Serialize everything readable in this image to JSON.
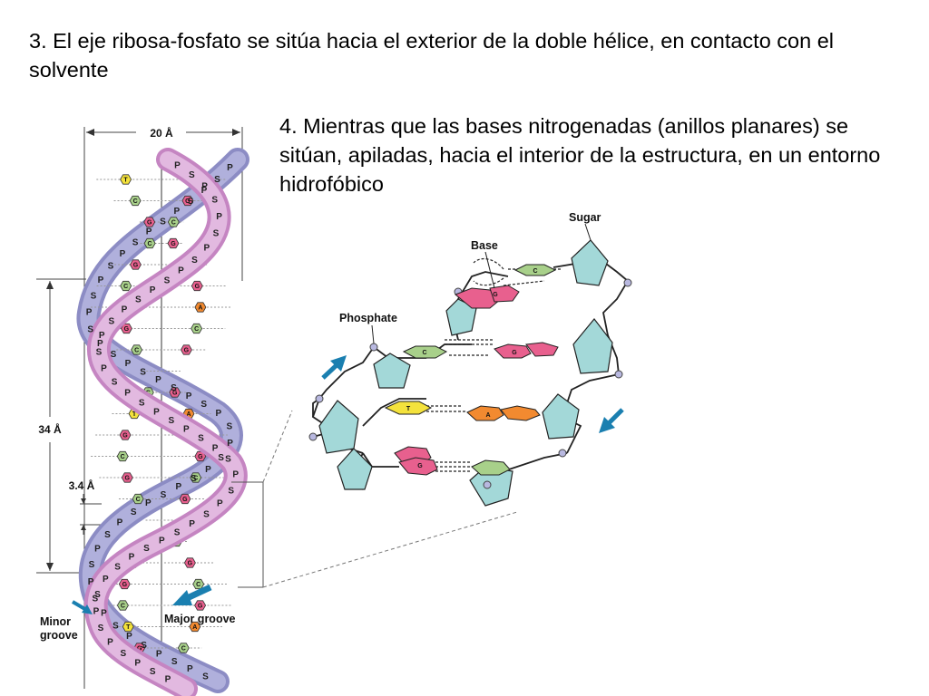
{
  "slide": {
    "point3": "3. El eje ribosa-fosfato se sitúa hacia el exterior de la doble hélice, en contacto con el solvente",
    "point4": "4. Mientras que las bases nitrogenadas (anillos planares) se sitúan, apiladas, hacia el interior de la estructura, en un entorno hidrofóbico"
  },
  "helix": {
    "width_label": "20 Å",
    "pitch_label": "34 Å",
    "rise_label": "3.4 Å",
    "minor_groove_label": "Minor\ngroove",
    "major_groove_label": "Major groove",
    "backbone_letters": [
      "P",
      "S"
    ],
    "strand_colors": {
      "front": "#d9a6d6",
      "back": "#9c9ccd"
    }
  },
  "detail": {
    "labels": {
      "sugar": "Sugar",
      "base": "Base",
      "phosphate": "Phosphate"
    },
    "base_pairs": [
      {
        "left": "G",
        "right": "C"
      },
      {
        "left": "C",
        "right": "G"
      },
      {
        "left": "T",
        "right": "A"
      },
      {
        "left": "G",
        "right": "C"
      }
    ],
    "colors": {
      "sugar": "#a3d8d8",
      "G": "#e8608e",
      "C": "#a8d08a",
      "T": "#f4e23c",
      "A": "#f28a30",
      "phosphate": "#b8b8e0",
      "arrow": "#1a7fb0"
    }
  }
}
